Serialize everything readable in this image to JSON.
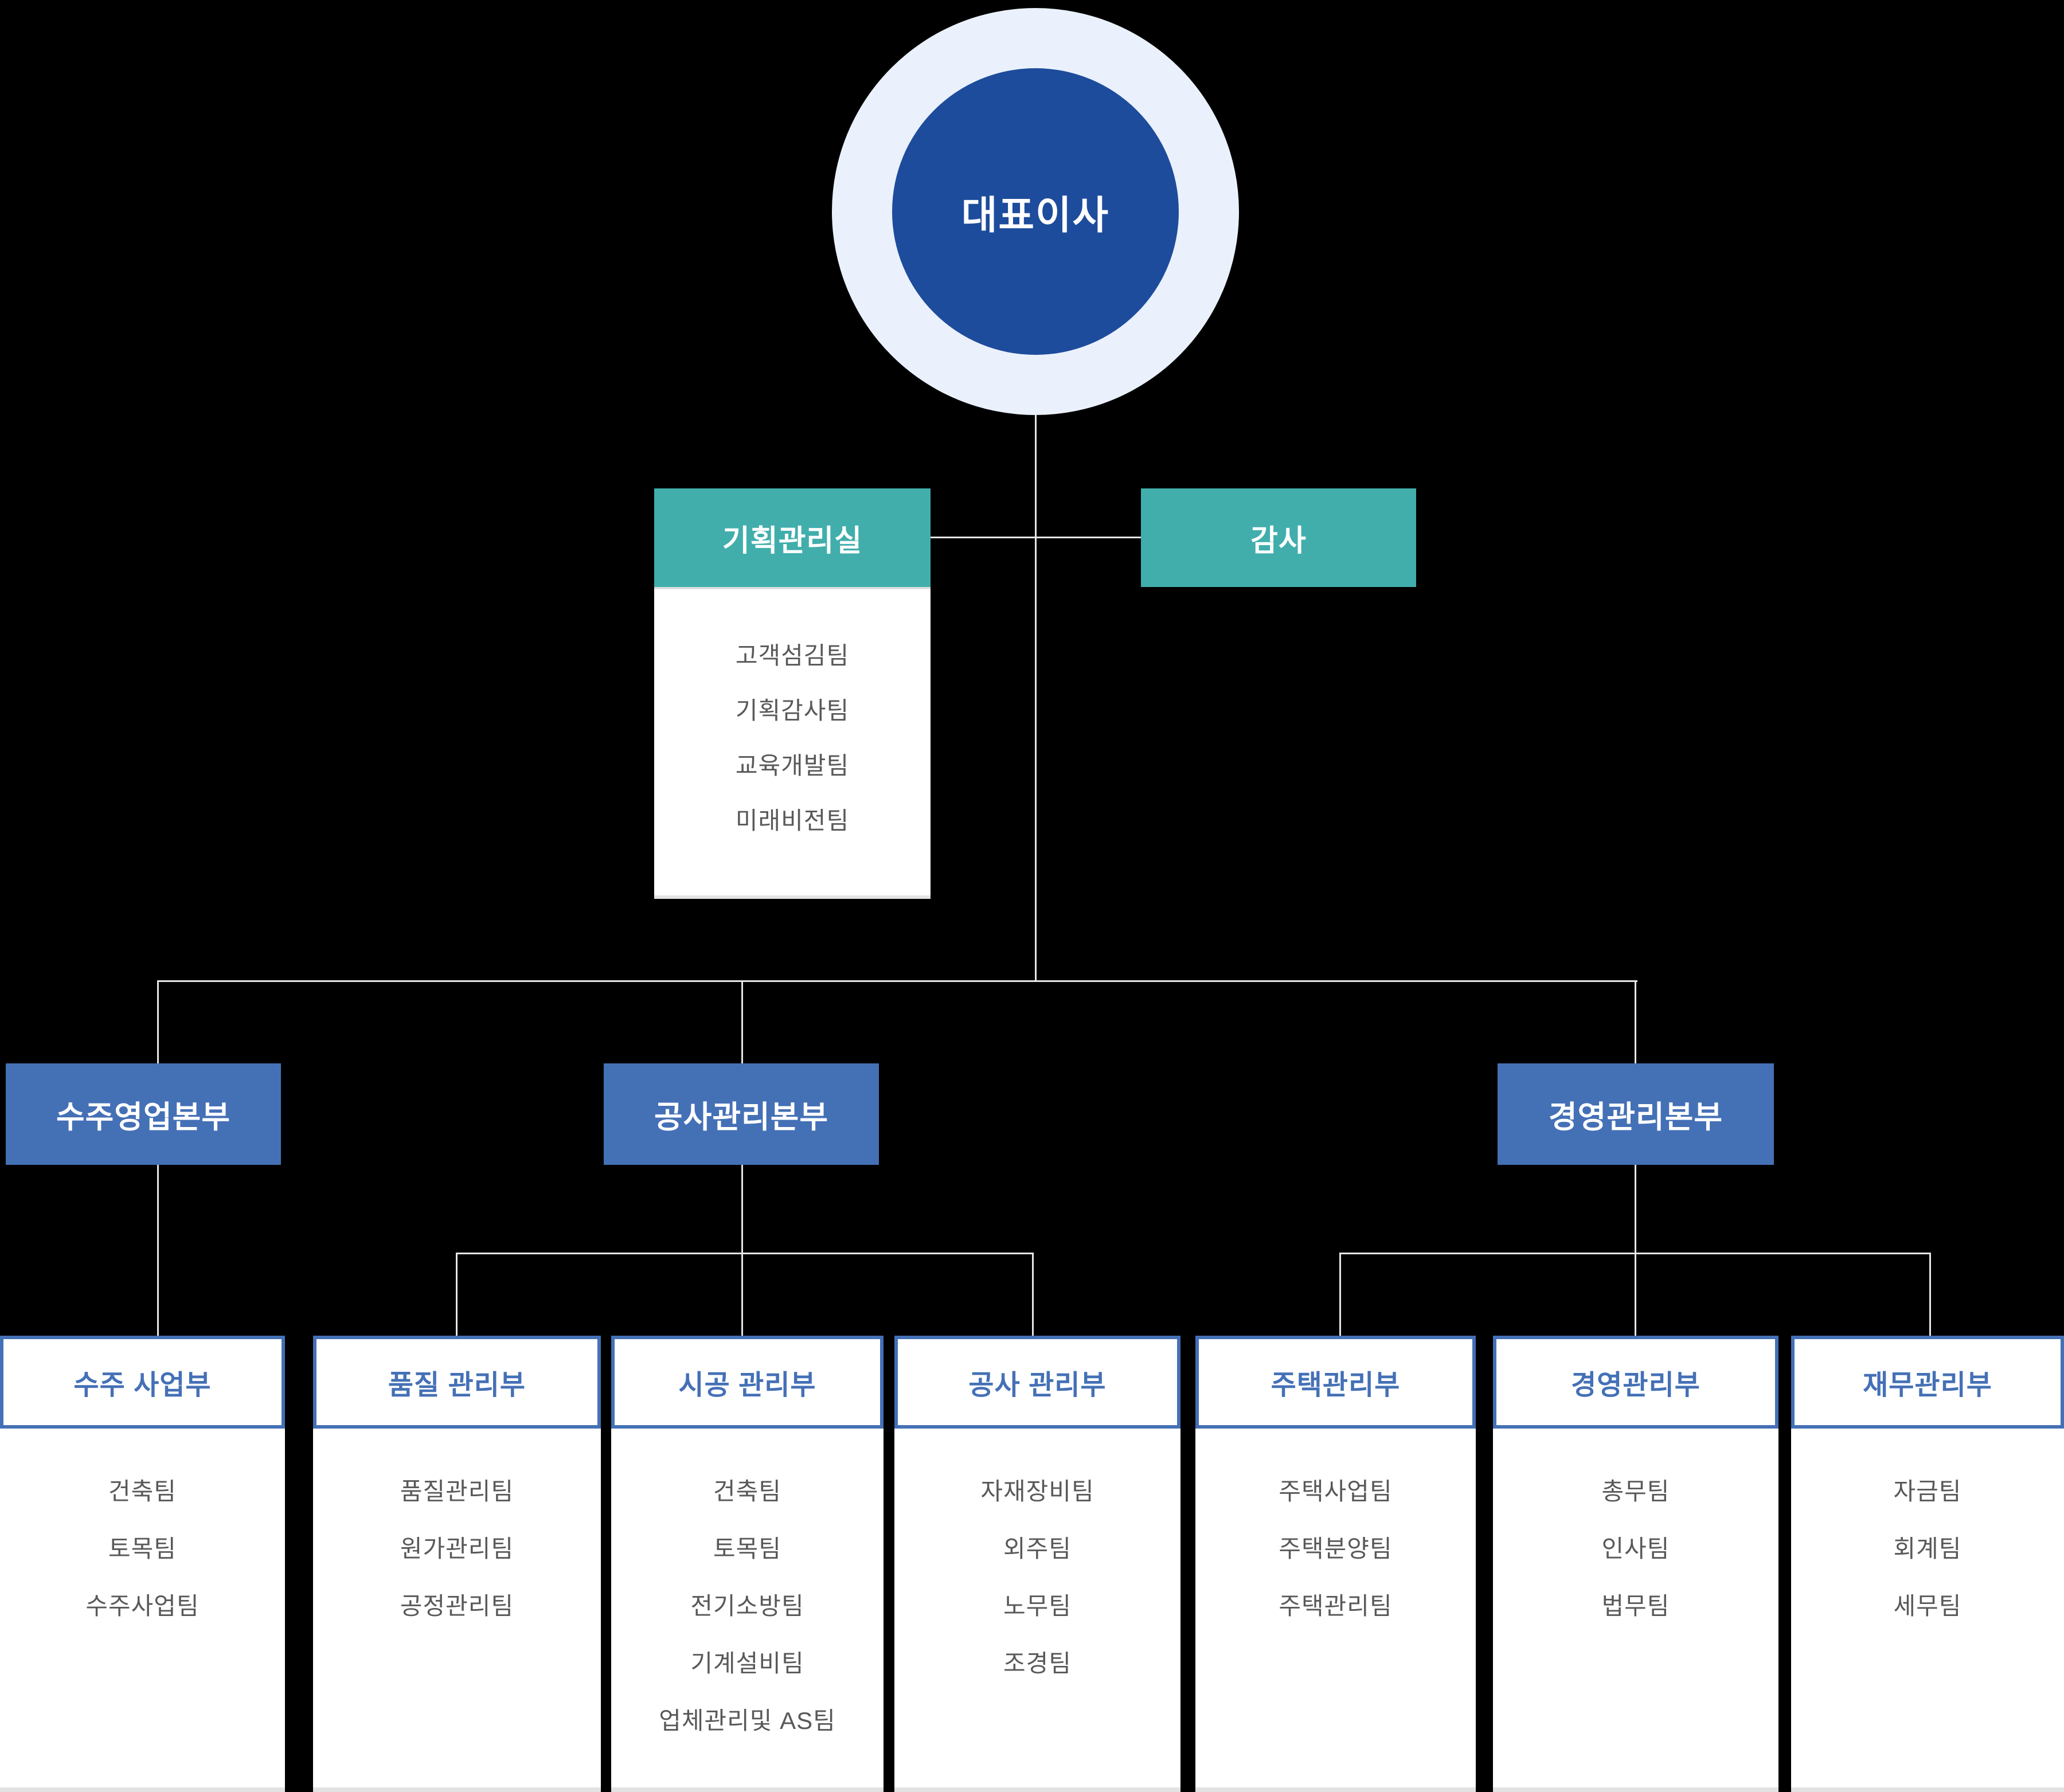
{
  "colors": {
    "background": "#000000",
    "ceo_ring": "#EAF1FC",
    "ceo_blue": "#1E4C9C",
    "staff_teal": "#41AEAC",
    "division_blue": "#4470B6",
    "connector_line": "#E6E6E6",
    "team_text_gray": "#595959",
    "panel_white": "#FFFFFF"
  },
  "root": {
    "label": "대표이사"
  },
  "staff_offices": [
    {
      "label": "기획관리실",
      "teams": [
        "고객섬김팀",
        "기획감사팀",
        "교육개발팀",
        "미래비전팀"
      ]
    },
    {
      "label": "감사"
    }
  ],
  "divisions": [
    {
      "label": "수주영업본부",
      "departments": [
        {
          "label": "수주 사업부",
          "teams": [
            "건축팀",
            "토목팀",
            "수주사업팀"
          ]
        }
      ]
    },
    {
      "label": "공사관리본부",
      "departments": [
        {
          "label": "품질 관리부",
          "teams": [
            "품질관리팀",
            "원가관리팀",
            "공정관리팀"
          ]
        },
        {
          "label": "시공 관리부",
          "teams": [
            "건축팀",
            "토목팀",
            "전기소방팀",
            "기계설비팀",
            "업체관리및 AS팀"
          ]
        },
        {
          "label": "공사 관리부",
          "teams": [
            "자재장비팀",
            "외주팀",
            "노무팀",
            "조경팀"
          ]
        }
      ]
    },
    {
      "label": "경영관리본부",
      "departments": [
        {
          "label": "주택관리부",
          "teams": [
            "주택사업팀",
            "주택분양팀",
            "주택관리팀"
          ]
        },
        {
          "label": "경영관리부",
          "teams": [
            "총무팀",
            "인사팀",
            "법무팀"
          ]
        },
        {
          "label": "재무관리부",
          "teams": [
            "자금팀",
            "회계팀",
            "세무팀"
          ]
        }
      ]
    }
  ]
}
